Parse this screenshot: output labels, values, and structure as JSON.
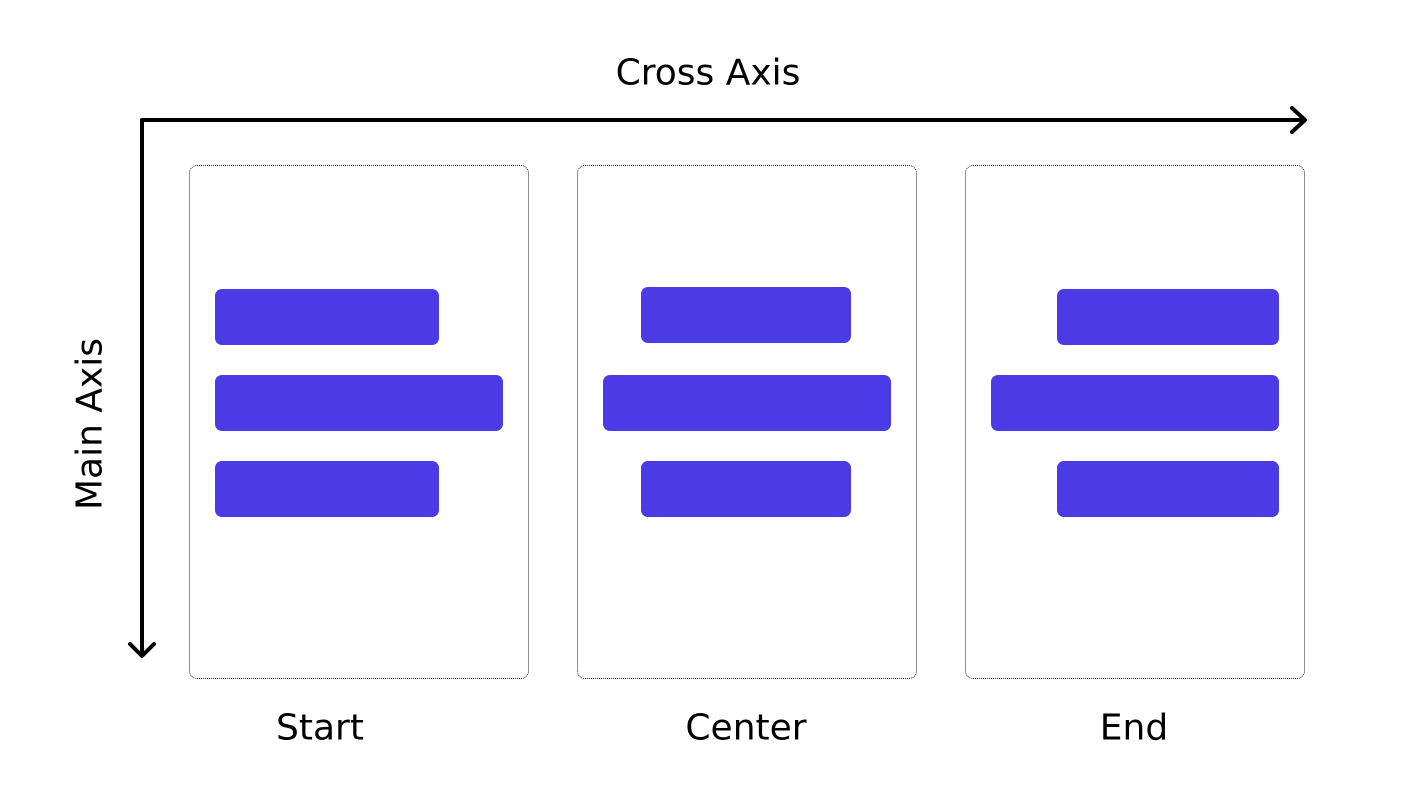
{
  "diagram": {
    "cross_axis_label": "Cross Axis",
    "main_axis_label": "Main Axis",
    "colors": {
      "bar": "#4A3BE6",
      "axis": "#000000",
      "panel_border": "#222222"
    },
    "panels": [
      {
        "label": "Start",
        "alignment": "start"
      },
      {
        "label": "Center",
        "alignment": "center"
      },
      {
        "label": "End",
        "alignment": "end"
      }
    ]
  }
}
